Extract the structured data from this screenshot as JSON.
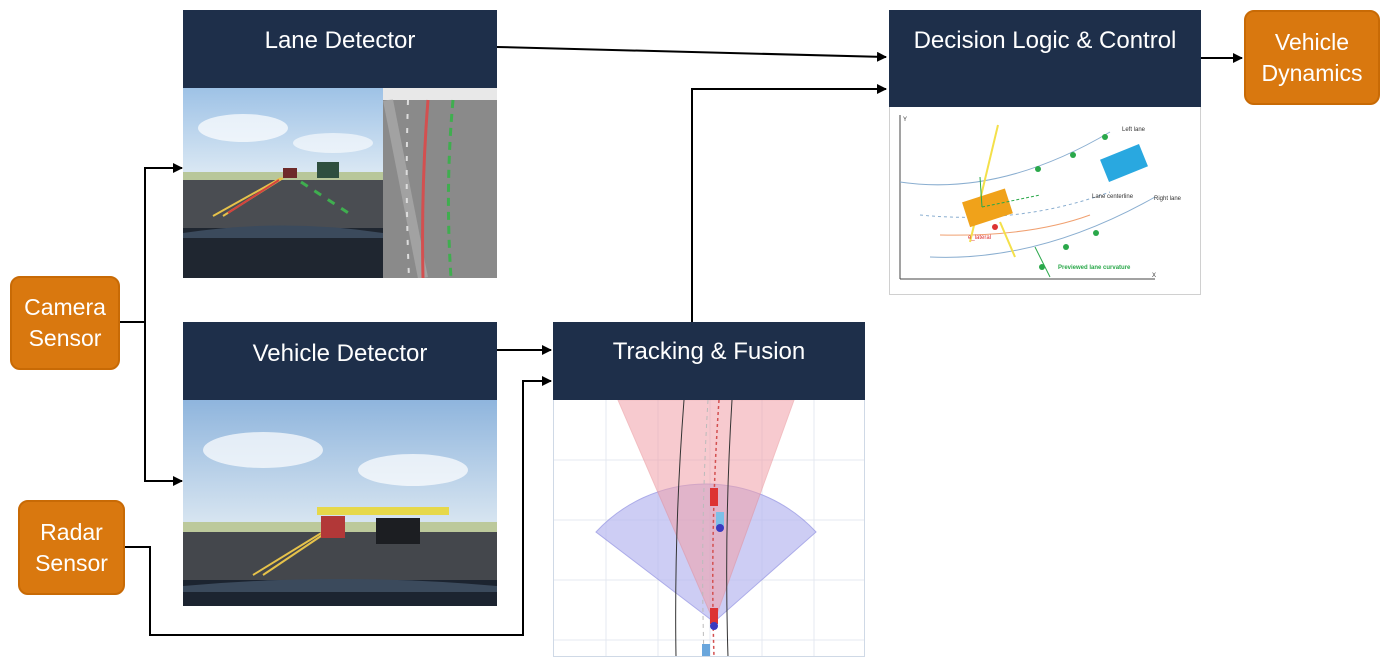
{
  "inputs": {
    "camera": "Camera\nSensor",
    "radar": "Radar\nSensor"
  },
  "blocks": {
    "lane_detector": "Lane Detector",
    "vehicle_detector": "Vehicle Detector",
    "tracking_fusion": "Tracking & Fusion",
    "decision": "Decision Logic & Control"
  },
  "output": {
    "vehicle_dynamics": "Vehicle\nDynamics"
  },
  "decision_figure": {
    "left_lane": "Left lane",
    "lane_centerline": "Lane centerline",
    "right_lane": "Right lane",
    "previewed": "Previewed lane curvature",
    "e_lateral": "e_lateral",
    "axis_x": "X",
    "axis_y": "Y"
  },
  "colors": {
    "block": "#1e2f4a",
    "sensor": "#d9780f"
  }
}
